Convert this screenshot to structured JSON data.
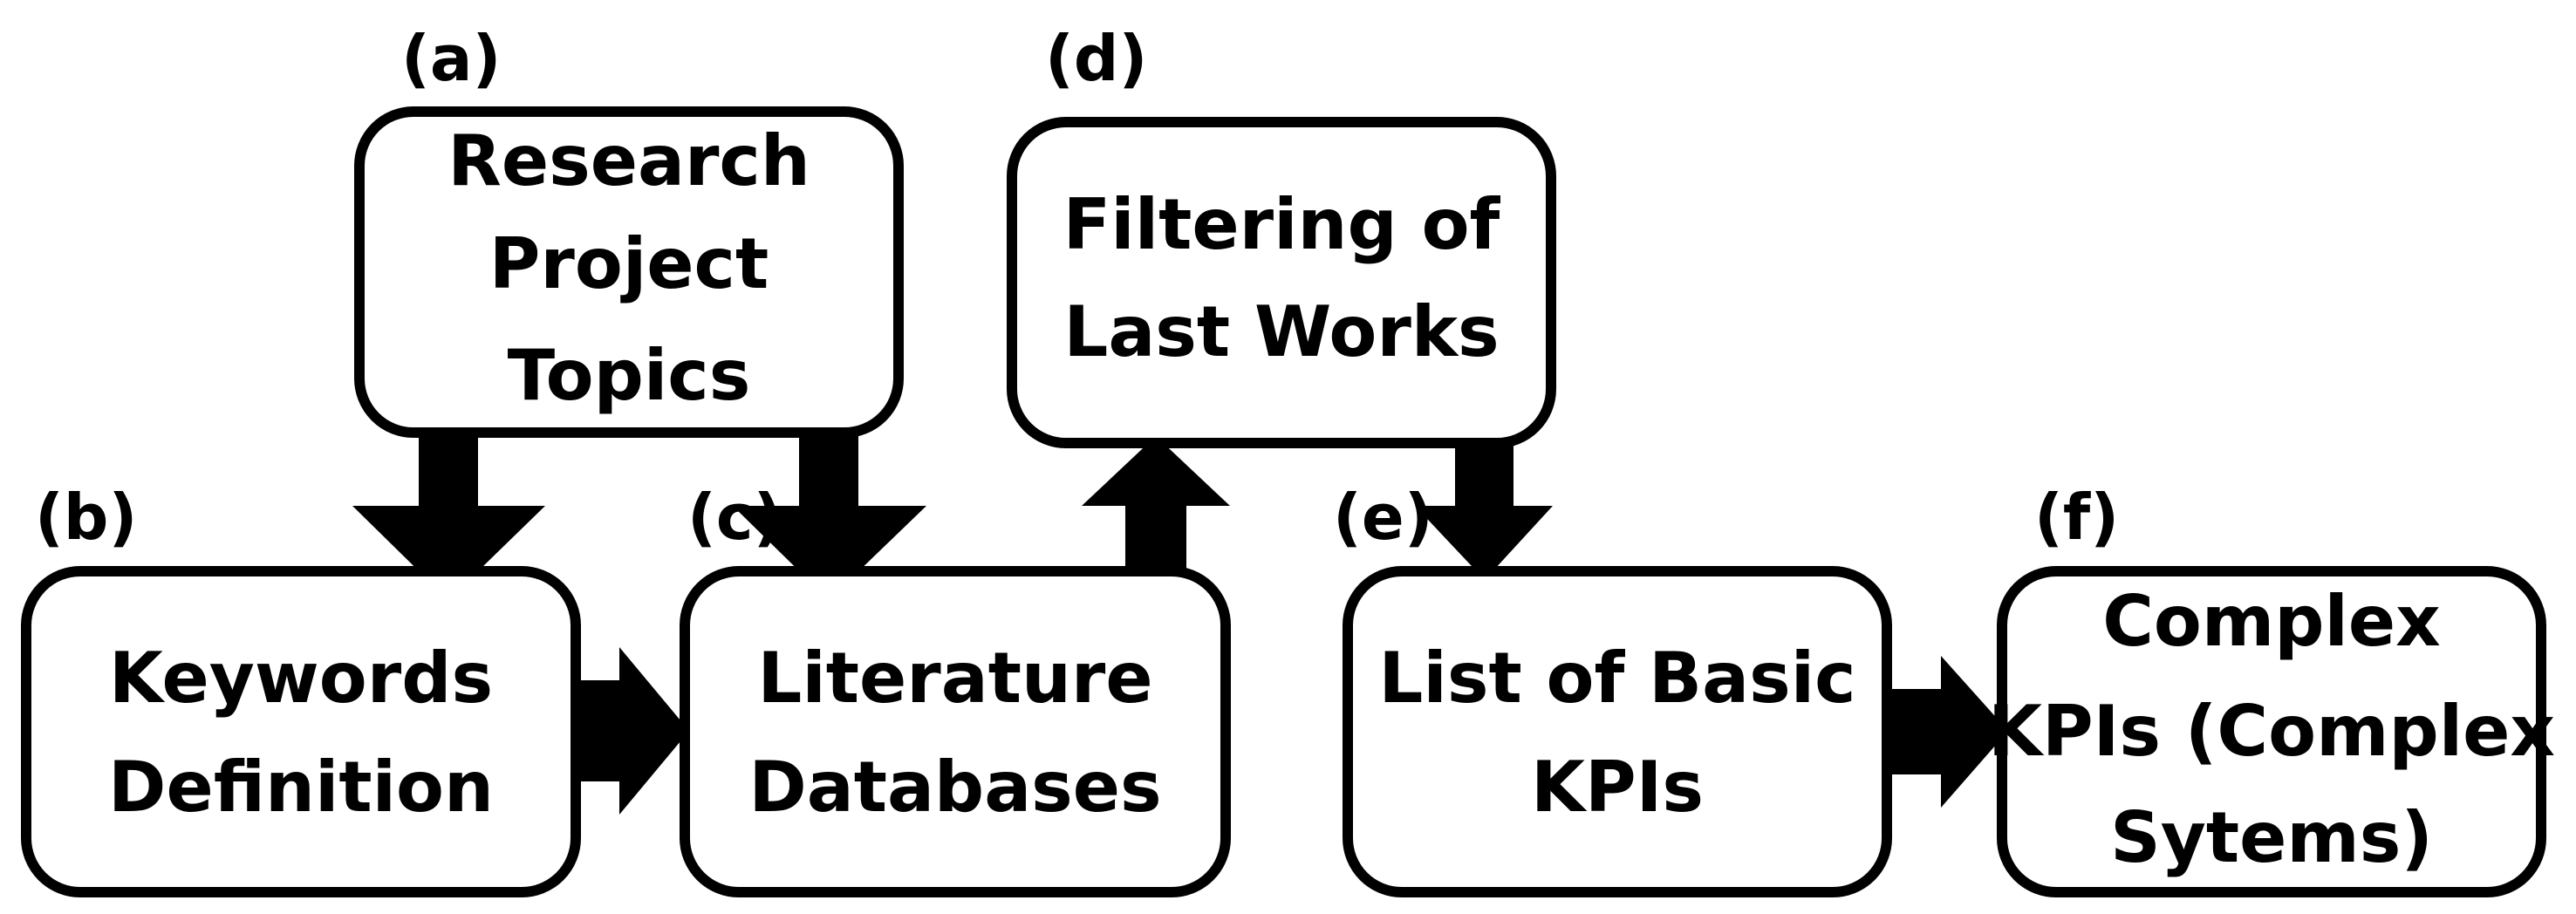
{
  "steps": {
    "a": {
      "label": "(a)",
      "lines": [
        "Research",
        "Project",
        "Topics"
      ]
    },
    "b": {
      "label": "(b)",
      "lines": [
        "Keywords",
        "Definition"
      ]
    },
    "c": {
      "label": "(c)",
      "lines": [
        "Literature",
        "Databases"
      ]
    },
    "d": {
      "label": "(d)",
      "lines": [
        "Filtering of",
        "Last Works"
      ]
    },
    "e": {
      "label": "(e)",
      "lines": [
        "List of Basic",
        "KPIs"
      ]
    },
    "f": {
      "label": "(f)",
      "lines": [
        "Complex",
        "KPIs (Complex",
        "Sytems)"
      ]
    }
  },
  "colors": {
    "stroke": "#000000",
    "fill": "#ffffff",
    "arrow": "#000000"
  }
}
